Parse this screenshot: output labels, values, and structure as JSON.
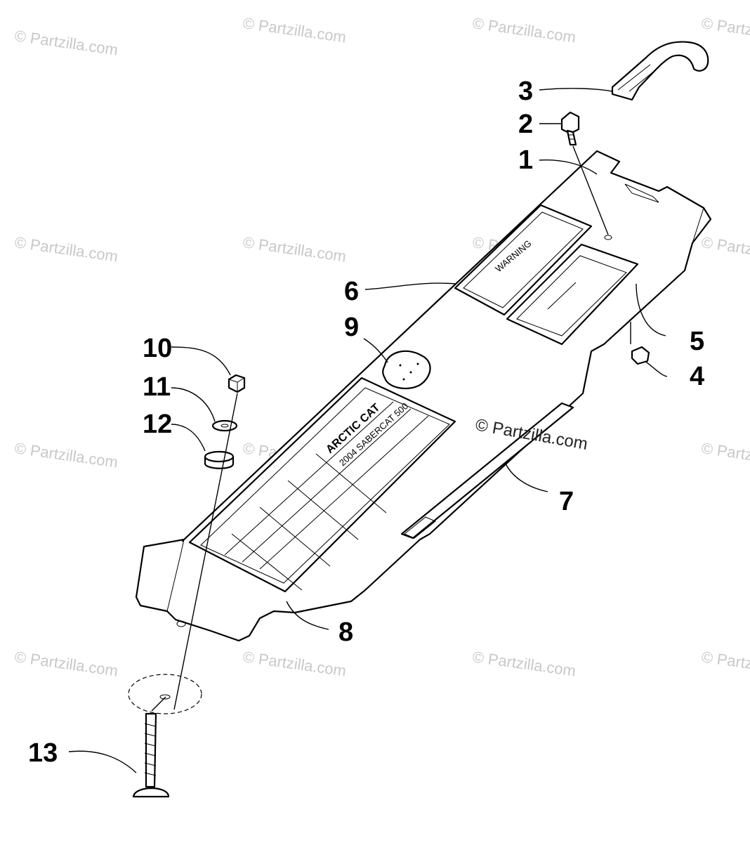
{
  "watermark": "© Partzilla.com",
  "callouts": [
    "1",
    "2",
    "3",
    "4",
    "5",
    "6",
    "7",
    "8",
    "9",
    "10",
    "11",
    "12",
    "13"
  ],
  "decal": {
    "brand": "ARCTIC CAT",
    "model": "2004 SABERCAT 500"
  },
  "warning_label": "WARNING"
}
